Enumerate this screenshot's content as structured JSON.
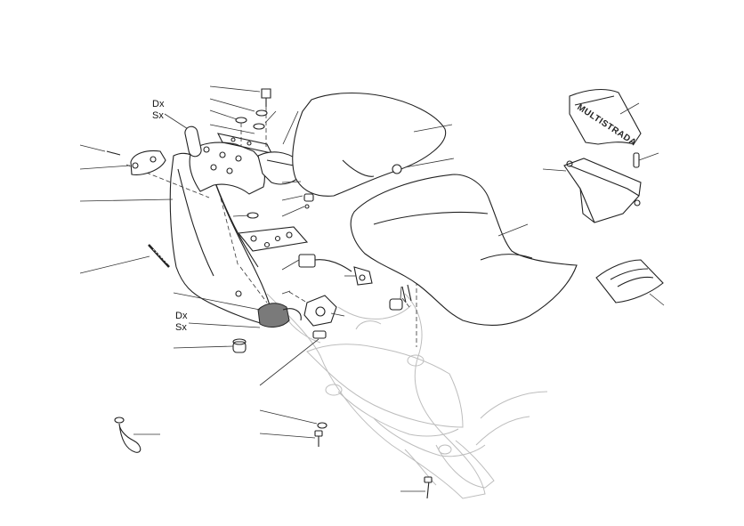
{
  "callouts": {
    "upper_side": {
      "dx": "Dx",
      "sx": "Sx"
    },
    "lower_side": {
      "dx": "Dx",
      "sx": "Sx"
    }
  },
  "parts": {
    "tool_bag_brand": "MULTISTRADA"
  }
}
